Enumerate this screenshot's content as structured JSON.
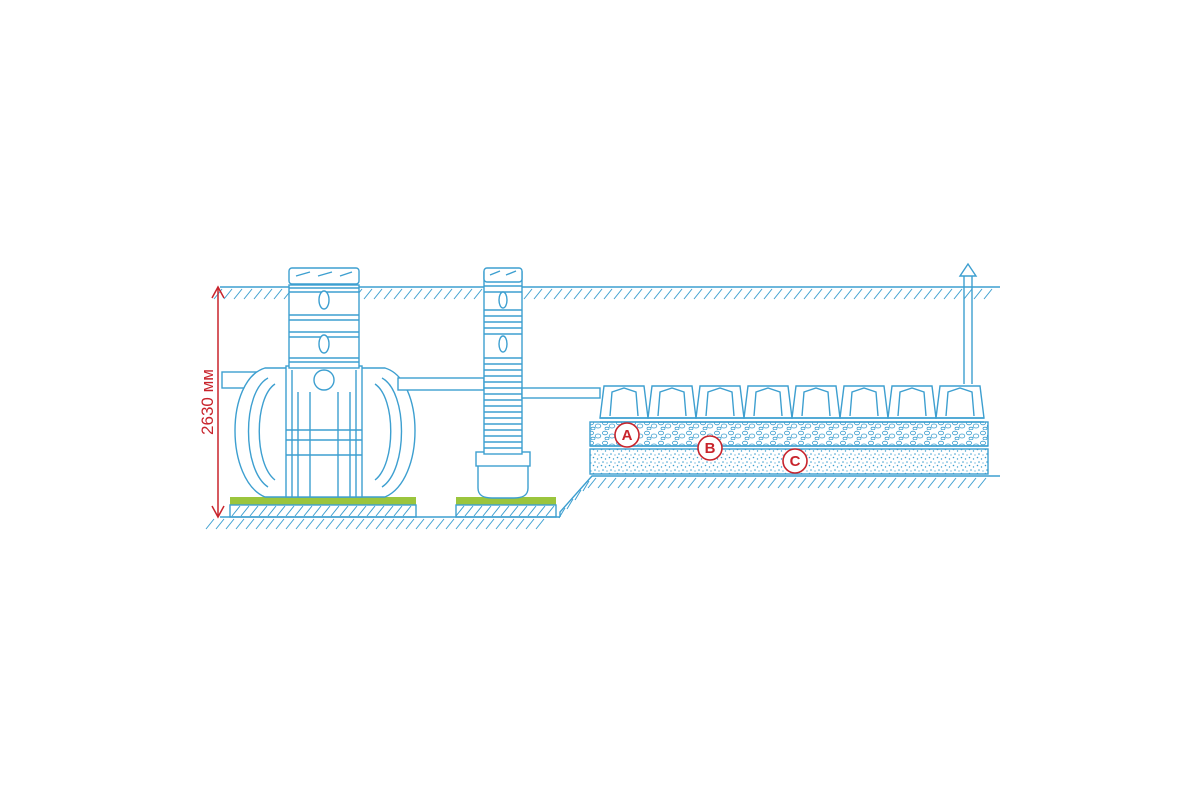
{
  "dimension": {
    "label": "2630 мм"
  },
  "markers": [
    {
      "label": "A"
    },
    {
      "label": "B"
    },
    {
      "label": "C"
    }
  ],
  "colors": {
    "line": "#3d9fd0",
    "dimension": "#c8242c",
    "base_slab": "#9bc53d"
  },
  "icons": {
    "vent_pipe": "vent-arrow-icon"
  }
}
